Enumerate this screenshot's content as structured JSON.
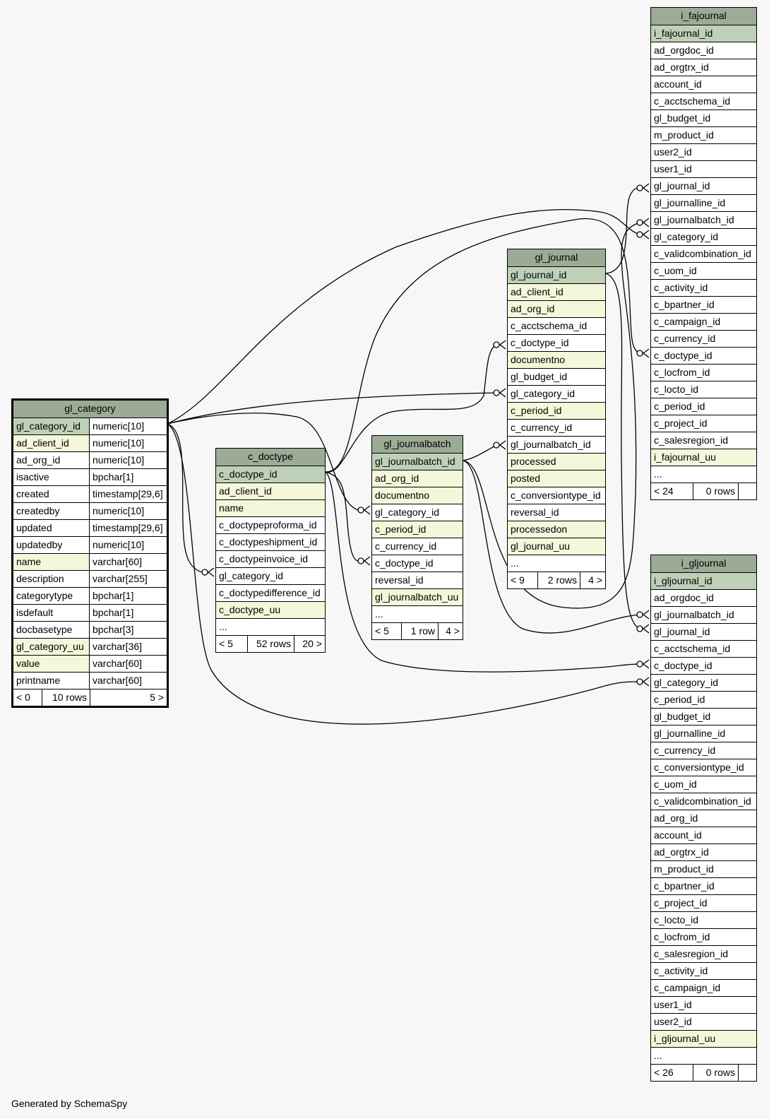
{
  "footer_note": "Generated by SchemaSpy",
  "tables": {
    "gl_category": {
      "name": "gl_category",
      "columns": [
        {
          "name": "gl_category_id",
          "type": "numeric[10]"
        },
        {
          "name": "ad_client_id",
          "type": "numeric[10]"
        },
        {
          "name": "ad_org_id",
          "type": "numeric[10]"
        },
        {
          "name": "isactive",
          "type": "bpchar[1]"
        },
        {
          "name": "created",
          "type": "timestamp[29,6]"
        },
        {
          "name": "createdby",
          "type": "numeric[10]"
        },
        {
          "name": "updated",
          "type": "timestamp[29,6]"
        },
        {
          "name": "updatedby",
          "type": "numeric[10]"
        },
        {
          "name": "name",
          "type": "varchar[60]"
        },
        {
          "name": "description",
          "type": "varchar[255]"
        },
        {
          "name": "categorytype",
          "type": "bpchar[1]"
        },
        {
          "name": "isdefault",
          "type": "bpchar[1]"
        },
        {
          "name": "docbasetype",
          "type": "bpchar[3]"
        },
        {
          "name": "gl_category_uu",
          "type": "varchar[36]"
        },
        {
          "name": "value",
          "type": "varchar[60]"
        },
        {
          "name": "printname",
          "type": "varchar[60]"
        }
      ],
      "footer": {
        "parents": "< 0",
        "rows": "10 rows",
        "children": "5 >"
      }
    },
    "c_doctype": {
      "name": "c_doctype",
      "columns": [
        "c_doctype_id",
        "ad_client_id",
        "name",
        "c_doctypeproforma_id",
        "c_doctypeshipment_id",
        "c_doctypeinvoice_id",
        "gl_category_id",
        "c_doctypedifference_id",
        "c_doctype_uu",
        "..."
      ],
      "footer": {
        "parents": "< 5",
        "rows": "52 rows",
        "children": "20 >"
      }
    },
    "gl_journalbatch": {
      "name": "gl_journalbatch",
      "columns": [
        "gl_journalbatch_id",
        "ad_org_id",
        "documentno",
        "gl_category_id",
        "c_period_id",
        "c_currency_id",
        "c_doctype_id",
        "reversal_id",
        "gl_journalbatch_uu",
        "..."
      ],
      "footer": {
        "parents": "< 5",
        "rows": "1 row",
        "children": "4 >"
      }
    },
    "gl_journal": {
      "name": "gl_journal",
      "columns": [
        "gl_journal_id",
        "ad_client_id",
        "ad_org_id",
        "c_acctschema_id",
        "c_doctype_id",
        "documentno",
        "gl_budget_id",
        "gl_category_id",
        "c_period_id",
        "c_currency_id",
        "gl_journalbatch_id",
        "processed",
        "posted",
        "c_conversiontype_id",
        "reversal_id",
        "processedon",
        "gl_journal_uu",
        "..."
      ],
      "footer": {
        "parents": "< 9",
        "rows": "2 rows",
        "children": "4 >"
      }
    },
    "i_fajournal": {
      "name": "i_fajournal",
      "columns": [
        "i_fajournal_id",
        "ad_orgdoc_id",
        "ad_orgtrx_id",
        "account_id",
        "c_acctschema_id",
        "gl_budget_id",
        "m_product_id",
        "user2_id",
        "user1_id",
        "gl_journal_id",
        "gl_journalline_id",
        "gl_journalbatch_id",
        "gl_category_id",
        "c_validcombination_id",
        "c_uom_id",
        "c_activity_id",
        "c_bpartner_id",
        "c_campaign_id",
        "c_currency_id",
        "c_doctype_id",
        "c_locfrom_id",
        "c_locto_id",
        "c_period_id",
        "c_project_id",
        "c_salesregion_id",
        "i_fajournal_uu",
        "..."
      ],
      "footer": {
        "parents": "< 24",
        "rows": "0 rows",
        "children": ""
      }
    },
    "i_gljournal": {
      "name": "i_gljournal",
      "columns": [
        "i_gljournal_id",
        "ad_orgdoc_id",
        "gl_journalbatch_id",
        "gl_journal_id",
        "c_acctschema_id",
        "c_doctype_id",
        "gl_category_id",
        "c_period_id",
        "gl_budget_id",
        "gl_journalline_id",
        "c_currency_id",
        "c_conversiontype_id",
        "c_uom_id",
        "c_validcombination_id",
        "ad_org_id",
        "account_id",
        "ad_orgtrx_id",
        "m_product_id",
        "c_bpartner_id",
        "c_project_id",
        "c_locto_id",
        "c_locfrom_id",
        "c_salesregion_id",
        "c_activity_id",
        "c_campaign_id",
        "user1_id",
        "user2_id",
        "i_gljournal_uu",
        "..."
      ],
      "footer": {
        "parents": "< 26",
        "rows": "0 rows",
        "children": ""
      }
    }
  }
}
